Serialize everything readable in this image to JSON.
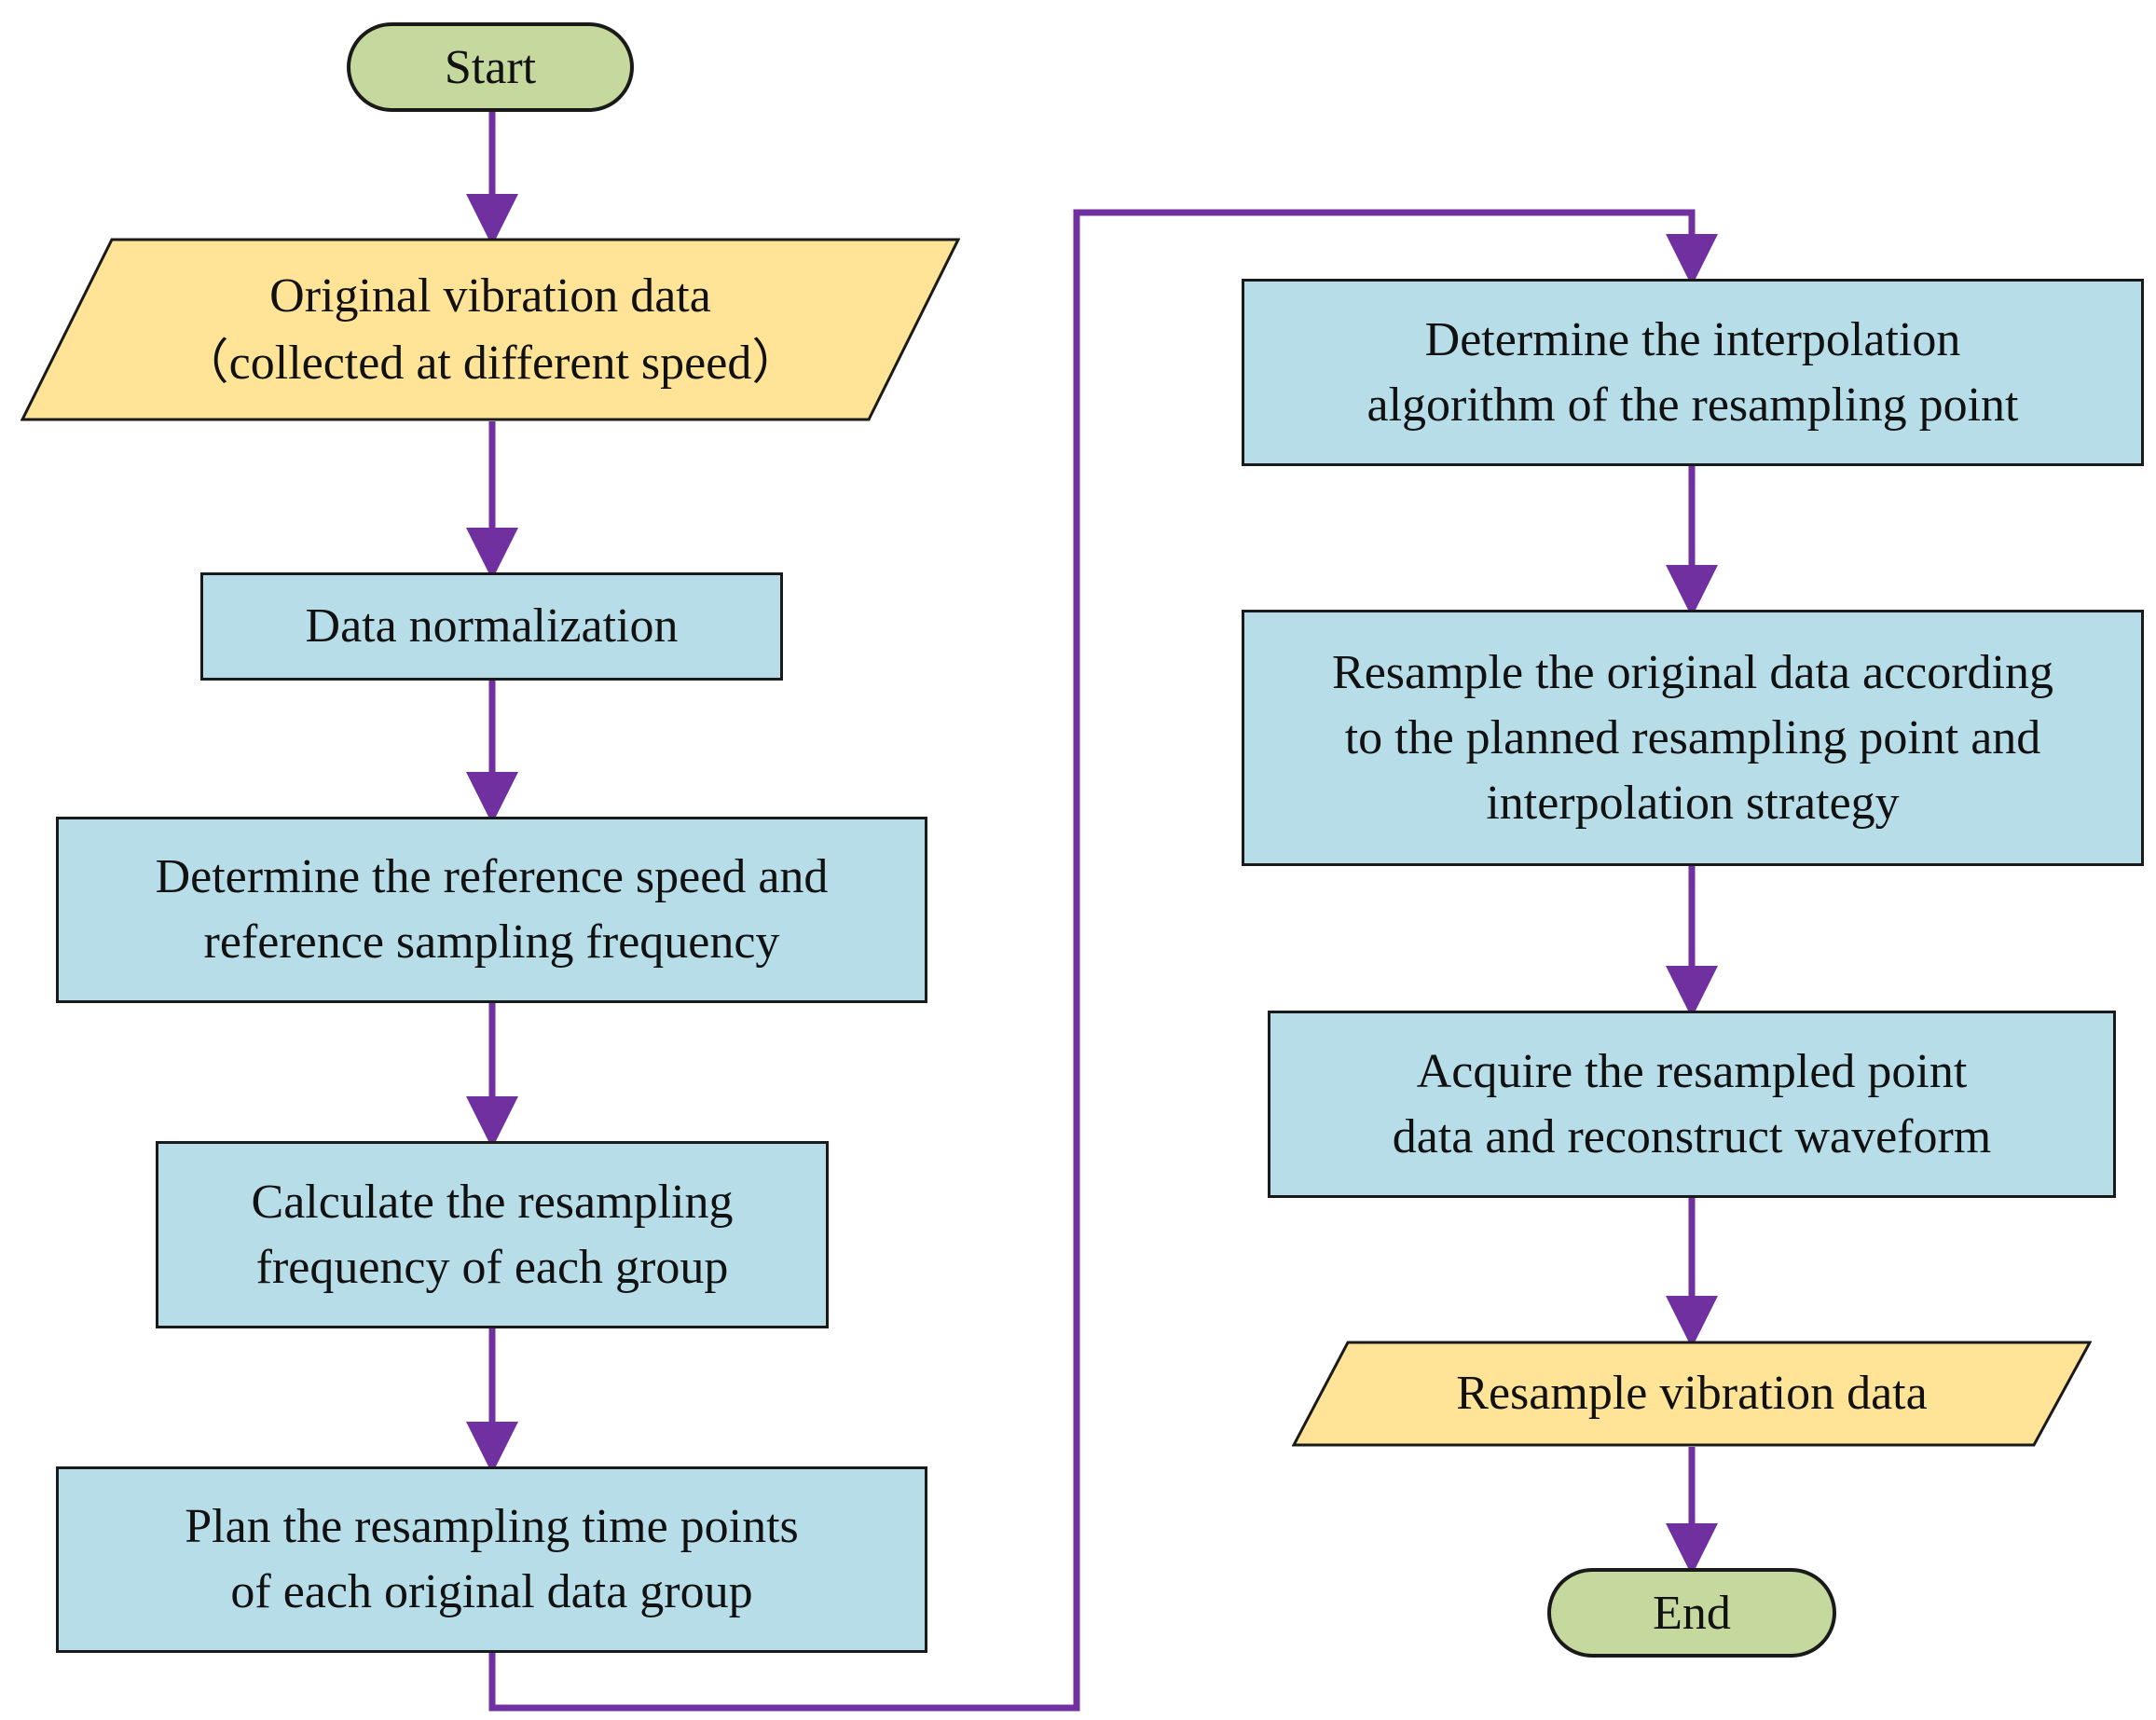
{
  "colors": {
    "terminal_fill": "#c5d89d",
    "process_fill": "#b7dde8",
    "io_fill": "#ffe497",
    "stroke": "#1a1a1a",
    "arrow": "#7030a0"
  },
  "flowchart": {
    "start": "Start",
    "input": {
      "line1": "Original vibration data",
      "line2": "（collected at different speed）"
    },
    "step_normalize": "Data normalization",
    "step_reference": {
      "line1": "Determine the reference speed and",
      "line2": "reference sampling frequency"
    },
    "step_calculate": {
      "line1": "Calculate the resampling",
      "line2": "frequency of each group"
    },
    "step_plan": {
      "line1": "Plan the resampling time points",
      "line2": "of each original data group"
    },
    "step_interpolation": {
      "line1": "Determine the interpolation",
      "line2": "algorithm of the resampling point"
    },
    "step_resample": {
      "line1": "Resample the original data according",
      "line2": "to the planned resampling point and",
      "line3": "interpolation strategy"
    },
    "step_acquire": {
      "line1": "Acquire the resampled point",
      "line2": "data and reconstruct waveform"
    },
    "output": "Resample vibration data",
    "end": "End"
  }
}
